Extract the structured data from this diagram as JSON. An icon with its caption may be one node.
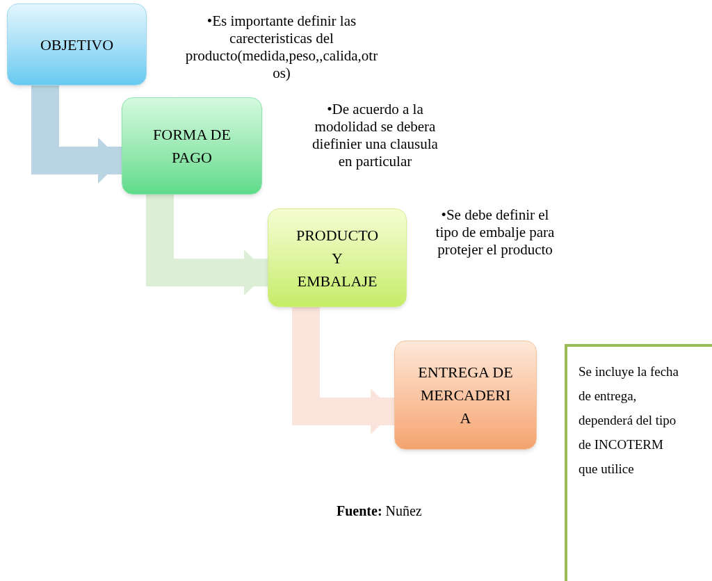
{
  "diagram": {
    "nodes": [
      {
        "text": [
          "OBJETIVO"
        ]
      },
      {
        "text": [
          "FORMA DE PAGO"
        ]
      },
      {
        "text": [
          "PRODUCTO Y EMBALAJE"
        ]
      },
      {
        "text": [
          "ENTREGA DE MERCADERIA"
        ]
      },
      {
        "text": [
          "Se incluye la fecha de entrega, dependerá del tipo de INCOTERM que utilice"
        ]
      }
    ],
    "edges": [
      {
        "from": 0,
        "to": 1,
        "arrow": "to",
        "color": "#b9d5e3"
      },
      {
        "from": 1,
        "to": 2,
        "arrow": "to",
        "color": "#dcefd6"
      },
      {
        "from": 2,
        "to": 3,
        "arrow": "to",
        "color": "#fbe4dc"
      }
    ],
    "labels": [
      "•Es importante definir las carecteristicas del producto(medida,peso,,calida,otros)",
      "•De acuerdo a la modolidad  se debera diefinier una clausula en particular",
      "•Se debe  definir el tipo  de embalje  para protejer el producto",
      "**Fuente:** Nuñez"
    ]
  }
}
